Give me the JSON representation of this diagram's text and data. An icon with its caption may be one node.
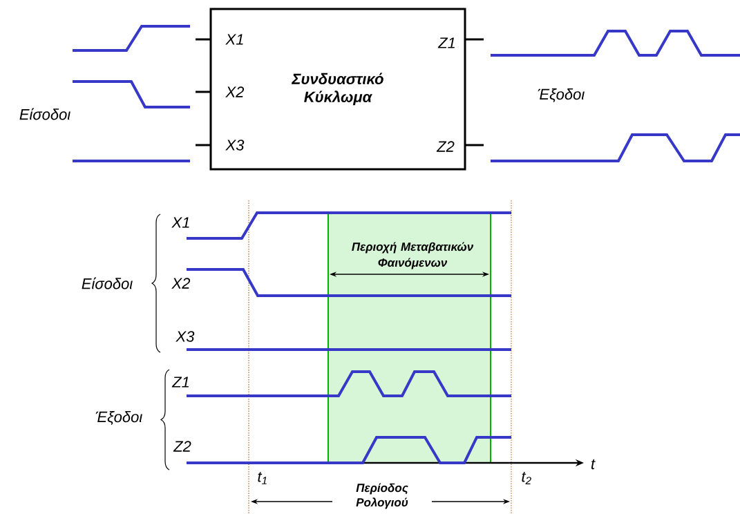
{
  "diagram": {
    "nodes": [
      {
        "text": [
          "Συνδυαστικό Κύκλωμα"
        ]
      }
    ],
    "labels": [
      "X1",
      "X2",
      "X3",
      "Z1",
      "Z2",
      "Είσοδοι",
      "Έξοδοι",
      "X1",
      "Περιοχή Μεταβατικών Φαινόμενων",
      "X2",
      "Είσοδοι",
      "X3",
      "Z1",
      "Έξοδοι",
      "Z2",
      "t",
      "t$_{1}$",
      "t$_{2}$",
      "Περίοδος Ρολογιού"
    ]
  }
}
